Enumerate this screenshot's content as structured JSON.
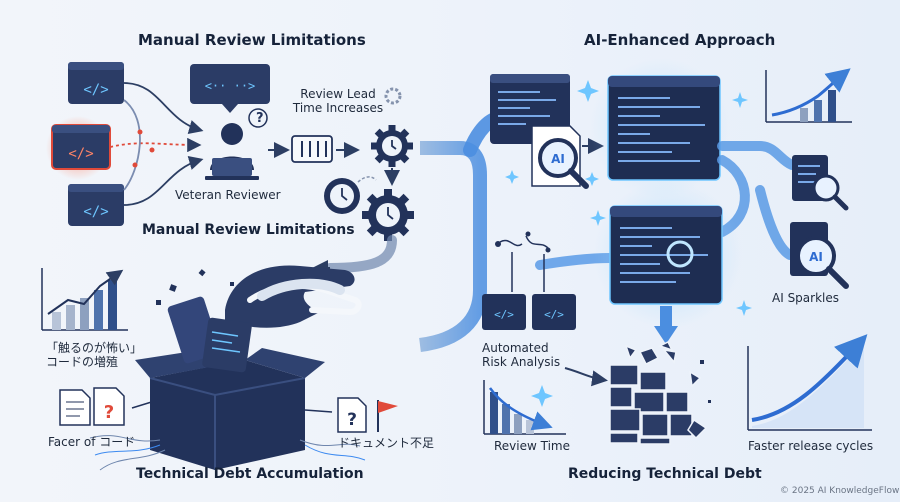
{
  "left": {
    "title": "Manual Review Limitations",
    "reviewer_label": "Veteran Reviewer",
    "lead_time_label": "Review Lead Time Increases",
    "subtitle": "Manual Review Limitations",
    "fear_code_label": "「触るのが怖い」コードの増殖",
    "facer_label": "Facer of コード",
    "doc_shortage_label": "ドキュメント不足",
    "bottom_title": "Technical Debt Accumulation"
  },
  "right": {
    "title": "AI-Enhanced Approach",
    "ai_badge": "AI",
    "ai_badge_2": "AI",
    "ai_sparkles_label": "AI Sparkles",
    "risk_label": "Automated Risk Analysis",
    "review_time_label": "Review Time",
    "faster_label": "Faster release cycles",
    "bottom_title": "Reducing Technical Debt"
  },
  "footer": {
    "copyright": "© 2025 AI KnowledgeFlow"
  },
  "colors": {
    "navy": "#22325a",
    "accent_blue": "#3d8af0",
    "alert_red": "#e04a3a",
    "cyan_glow": "#6ec6ff"
  },
  "icons": [
    "code-window-icon",
    "person-laptop-icon",
    "gear-icon",
    "clock-icon",
    "queue-icon",
    "magnifier-ai-icon",
    "line-chart-icon",
    "document-question-icon",
    "red-flag-icon",
    "sparkle-icon",
    "crumbling-bricks-icon",
    "hand-icon",
    "box-icon"
  ]
}
